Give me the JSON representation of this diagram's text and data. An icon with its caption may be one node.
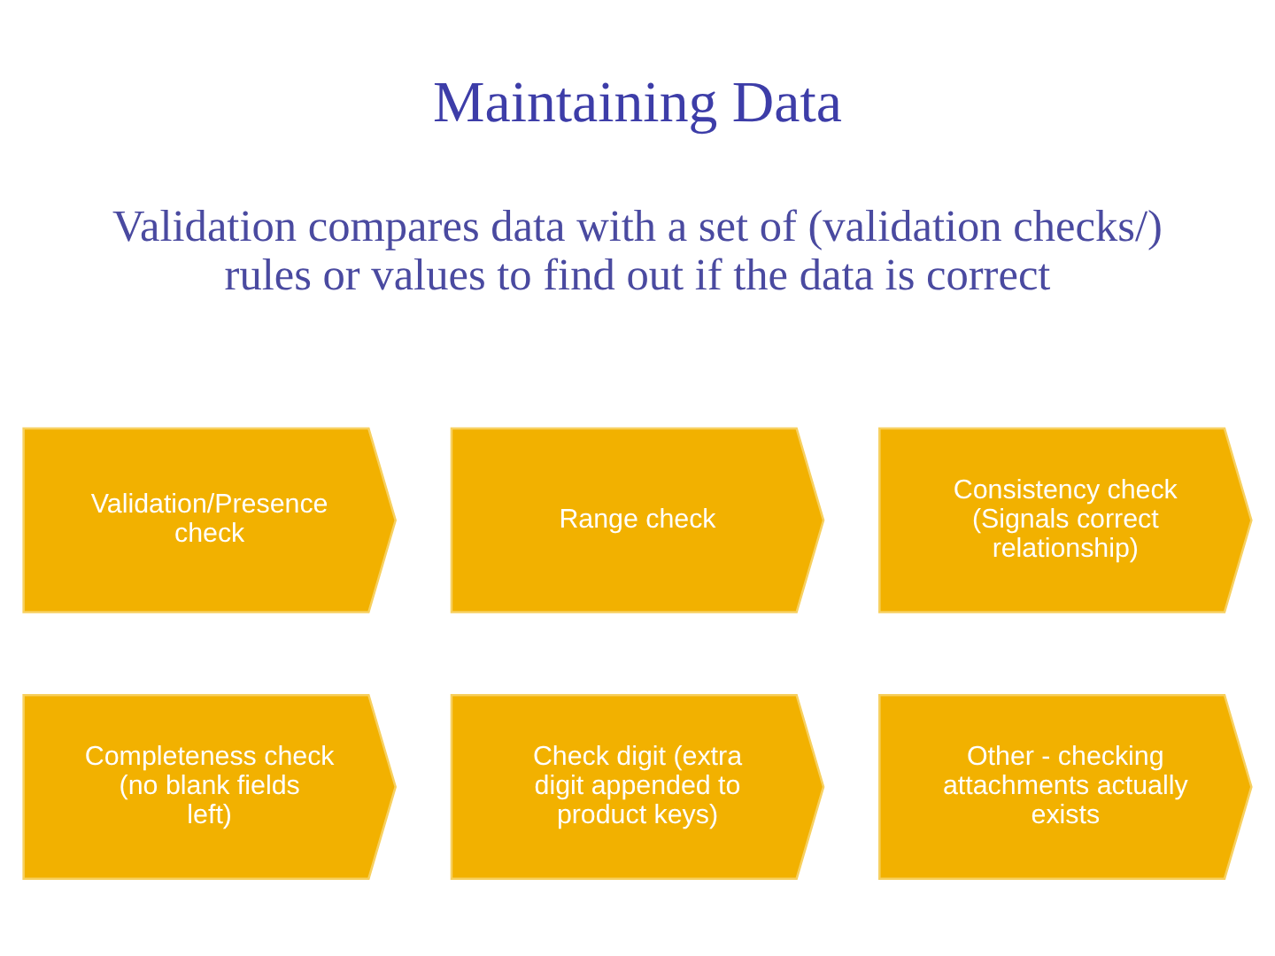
{
  "diagram": {
    "title": "Maintaining Data",
    "nodes": [
      {
        "text": [
          "Validation/Presence check"
        ]
      },
      {
        "text": [
          "Range check"
        ]
      },
      {
        "text": [
          "Consistency check (Signals correct relationship)"
        ]
      },
      {
        "text": [
          "Completeness check (no blank fields left)"
        ]
      },
      {
        "text": [
          "Check digit (extra digit appended to product keys)"
        ]
      },
      {
        "text": [
          "Other - checking attachments actually exists"
        ]
      }
    ],
    "edges": [],
    "labels": [
      "Validation compares data with a set of (validation checks/) rules or values to find out if the data is correct"
    ]
  }
}
